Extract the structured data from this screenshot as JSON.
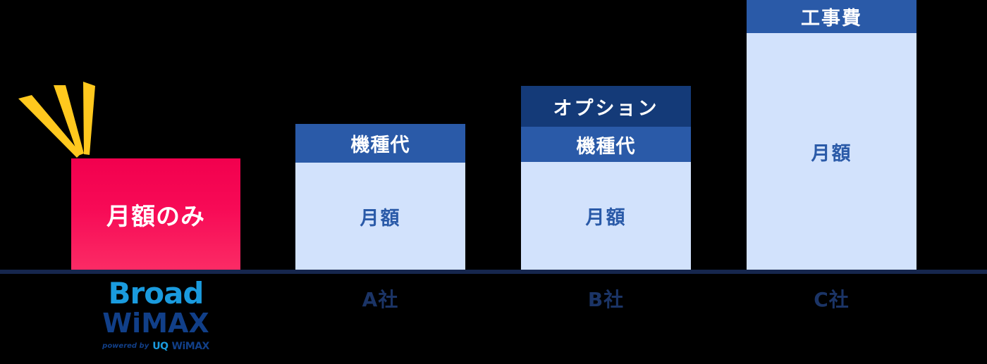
{
  "chart_data": {
    "type": "bar",
    "title": "",
    "xlabel": "",
    "ylabel": "",
    "stacked": true,
    "grid": false,
    "legend": "none",
    "background": "#000000",
    "baseline_color": "#16264d",
    "categories": [
      "Broad WiMAX",
      "A社",
      "B社",
      "C社"
    ],
    "series": [
      {
        "name": "月額",
        "values": [
          158,
          152,
          153,
          336
        ]
      },
      {
        "name": "機種代",
        "values": [
          0,
          55,
          50,
          0
        ]
      },
      {
        "name": "オプション",
        "values": [
          0,
          0,
          58,
          0
        ]
      },
      {
        "name": "工事費",
        "values": [
          0,
          0,
          0,
          47
        ]
      }
    ],
    "totals": [
      158,
      207,
      261,
      383
    ],
    "note": "Values are bar pixel heights above the baseline; chart is qualitative with no numeric axis."
  },
  "colors": {
    "pink_top": "#f2004e",
    "pink_bottom": "#fb2b65",
    "blue_medium": "#2a5aa8",
    "blue_dark": "#143a78",
    "blue_light": "#d2e2fc",
    "label_navy": "#1b3466",
    "baseline": "#16264d",
    "sparkle_yellow": "#ffc81e",
    "logo_light_blue": "#1a9bde",
    "logo_dark_blue": "#113f88",
    "background": "#000000"
  },
  "bars": [
    {
      "key": "broad-wimax",
      "category_label": "",
      "segments": [
        {
          "key": "monthly-only",
          "label": "月額のみ",
          "kind": "pink"
        }
      ]
    },
    {
      "key": "company-a",
      "category_label": "A社",
      "segments": [
        {
          "key": "device-fee",
          "label": "機種代",
          "kind": "blue-medium"
        },
        {
          "key": "monthly",
          "label": "月額",
          "kind": "blue-light"
        }
      ]
    },
    {
      "key": "company-b",
      "category_label": "B社",
      "segments": [
        {
          "key": "option-fee",
          "label": "オプション",
          "kind": "blue-dark"
        },
        {
          "key": "device-fee",
          "label": "機種代",
          "kind": "blue-medium"
        },
        {
          "key": "monthly",
          "label": "月額",
          "kind": "blue-light"
        }
      ]
    },
    {
      "key": "company-c",
      "category_label": "C社",
      "segments": [
        {
          "key": "construction-fee",
          "label": "工事費",
          "kind": "blue-medium"
        },
        {
          "key": "monthly",
          "label": "月額",
          "kind": "blue-light"
        }
      ]
    }
  ],
  "logo": {
    "line1": "Broad",
    "line2": "WiMAX",
    "powered_by": "powered by",
    "uq": "UQ",
    "uq_wimax": "WiMAX"
  }
}
